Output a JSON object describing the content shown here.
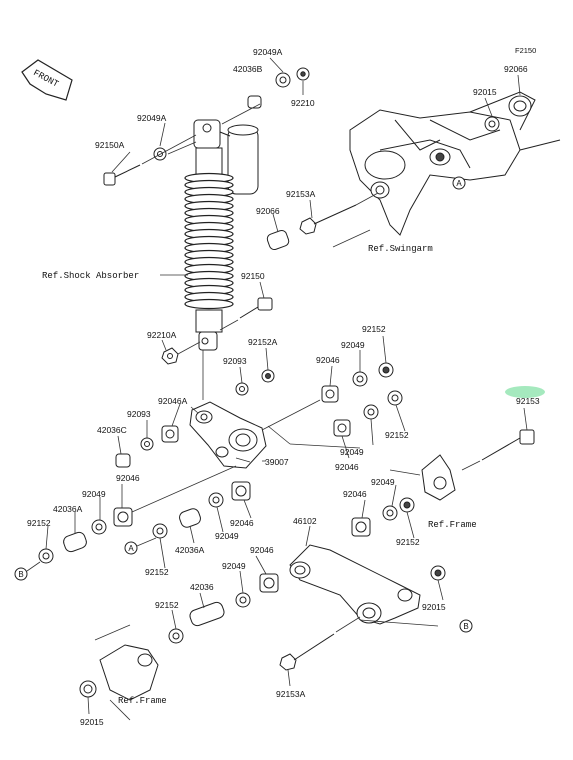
{
  "figure_code": "F2150",
  "front_label": "FRONT",
  "references": {
    "shock_absorber": "Ref.Shock Absorber",
    "swingarm": "Ref.Swingarm",
    "frame_right": "Ref.Frame",
    "frame_bottom": "Ref.Frame"
  },
  "circle_markers": {
    "a": "A",
    "b": "B"
  },
  "highlight_color": "#9be7b7",
  "part_labels": [
    "92049A",
    "42036B",
    "92210",
    "92066",
    "92015",
    "92049A",
    "92150A",
    "92153A",
    "92066",
    "92150",
    "92210A",
    "92152A",
    "92093",
    "92049",
    "92152",
    "92046",
    "92046A",
    "92093",
    "42036C",
    "92049",
    "92152",
    "92046",
    "39007",
    "92153",
    "92046",
    "42036A",
    "92049",
    "92152",
    "92049",
    "92046",
    "92049",
    "92152",
    "92152",
    "42036A",
    "92049",
    "92046",
    "92046",
    "46102",
    "92015",
    "42036",
    "92152",
    "92015",
    "92153A",
    "92046"
  ]
}
